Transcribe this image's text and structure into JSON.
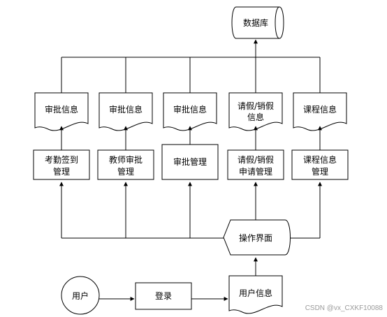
{
  "nodes": {
    "database": "数据库",
    "doc_approval_1": "审批信息",
    "doc_approval_2": "审批信息",
    "doc_approval_3": "审批信息",
    "doc_leave_line1": "请假/销假",
    "doc_leave_line2": "信息",
    "doc_course": "课程信息",
    "proc_attendance_line1": "考勤签到",
    "proc_attendance_line2": "管理",
    "proc_teacher_line1": "教师审批",
    "proc_teacher_line2": "管理",
    "proc_approval": "审批管理",
    "proc_leave_line1": "请假/销假",
    "proc_leave_line2": "申请管理",
    "proc_course_line1": "课程信息",
    "proc_course_line2": "管理",
    "interface": "操作界面",
    "user": "用户",
    "login": "登录",
    "user_info": "用户信息"
  },
  "watermark": "CSDN @vx_CXKF10088"
}
